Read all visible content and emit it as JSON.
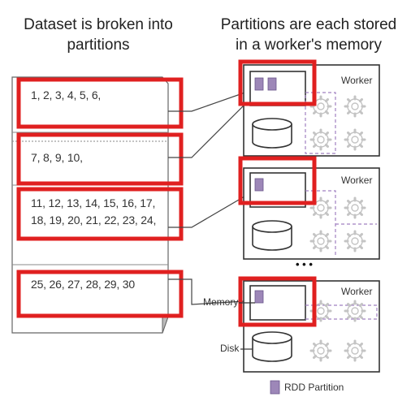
{
  "titles": {
    "left": "Dataset is broken into partitions",
    "right": "Partitions are each stored in a worker's memory"
  },
  "partitions": [
    {
      "values": "1, 2, 3, 4, 5, 6,"
    },
    {
      "values": "7, 8, 9, 10,"
    },
    {
      "values_line1": "11, 12, 13, 14, 15, 16, 17,",
      "values_line2": "18, 19, 20, 21, 22, 23, 24,"
    },
    {
      "values": "25, 26, 27, 28, 29, 30"
    }
  ],
  "workers": [
    {
      "label": "Worker",
      "rdd_blocks": 2
    },
    {
      "label": "Worker",
      "rdd_blocks": 1
    },
    {
      "label": "Worker",
      "rdd_blocks": 1
    }
  ],
  "annotations": {
    "memory": "Memory",
    "disk": "Disk",
    "ellipsis": "• • •"
  },
  "legend": {
    "label": "RDD Partition",
    "color": "#9d87b8"
  },
  "colors": {
    "highlight": "#e02020",
    "outline": "#555555",
    "dashed": "#a080c0",
    "gear": "#c0c0c0"
  }
}
